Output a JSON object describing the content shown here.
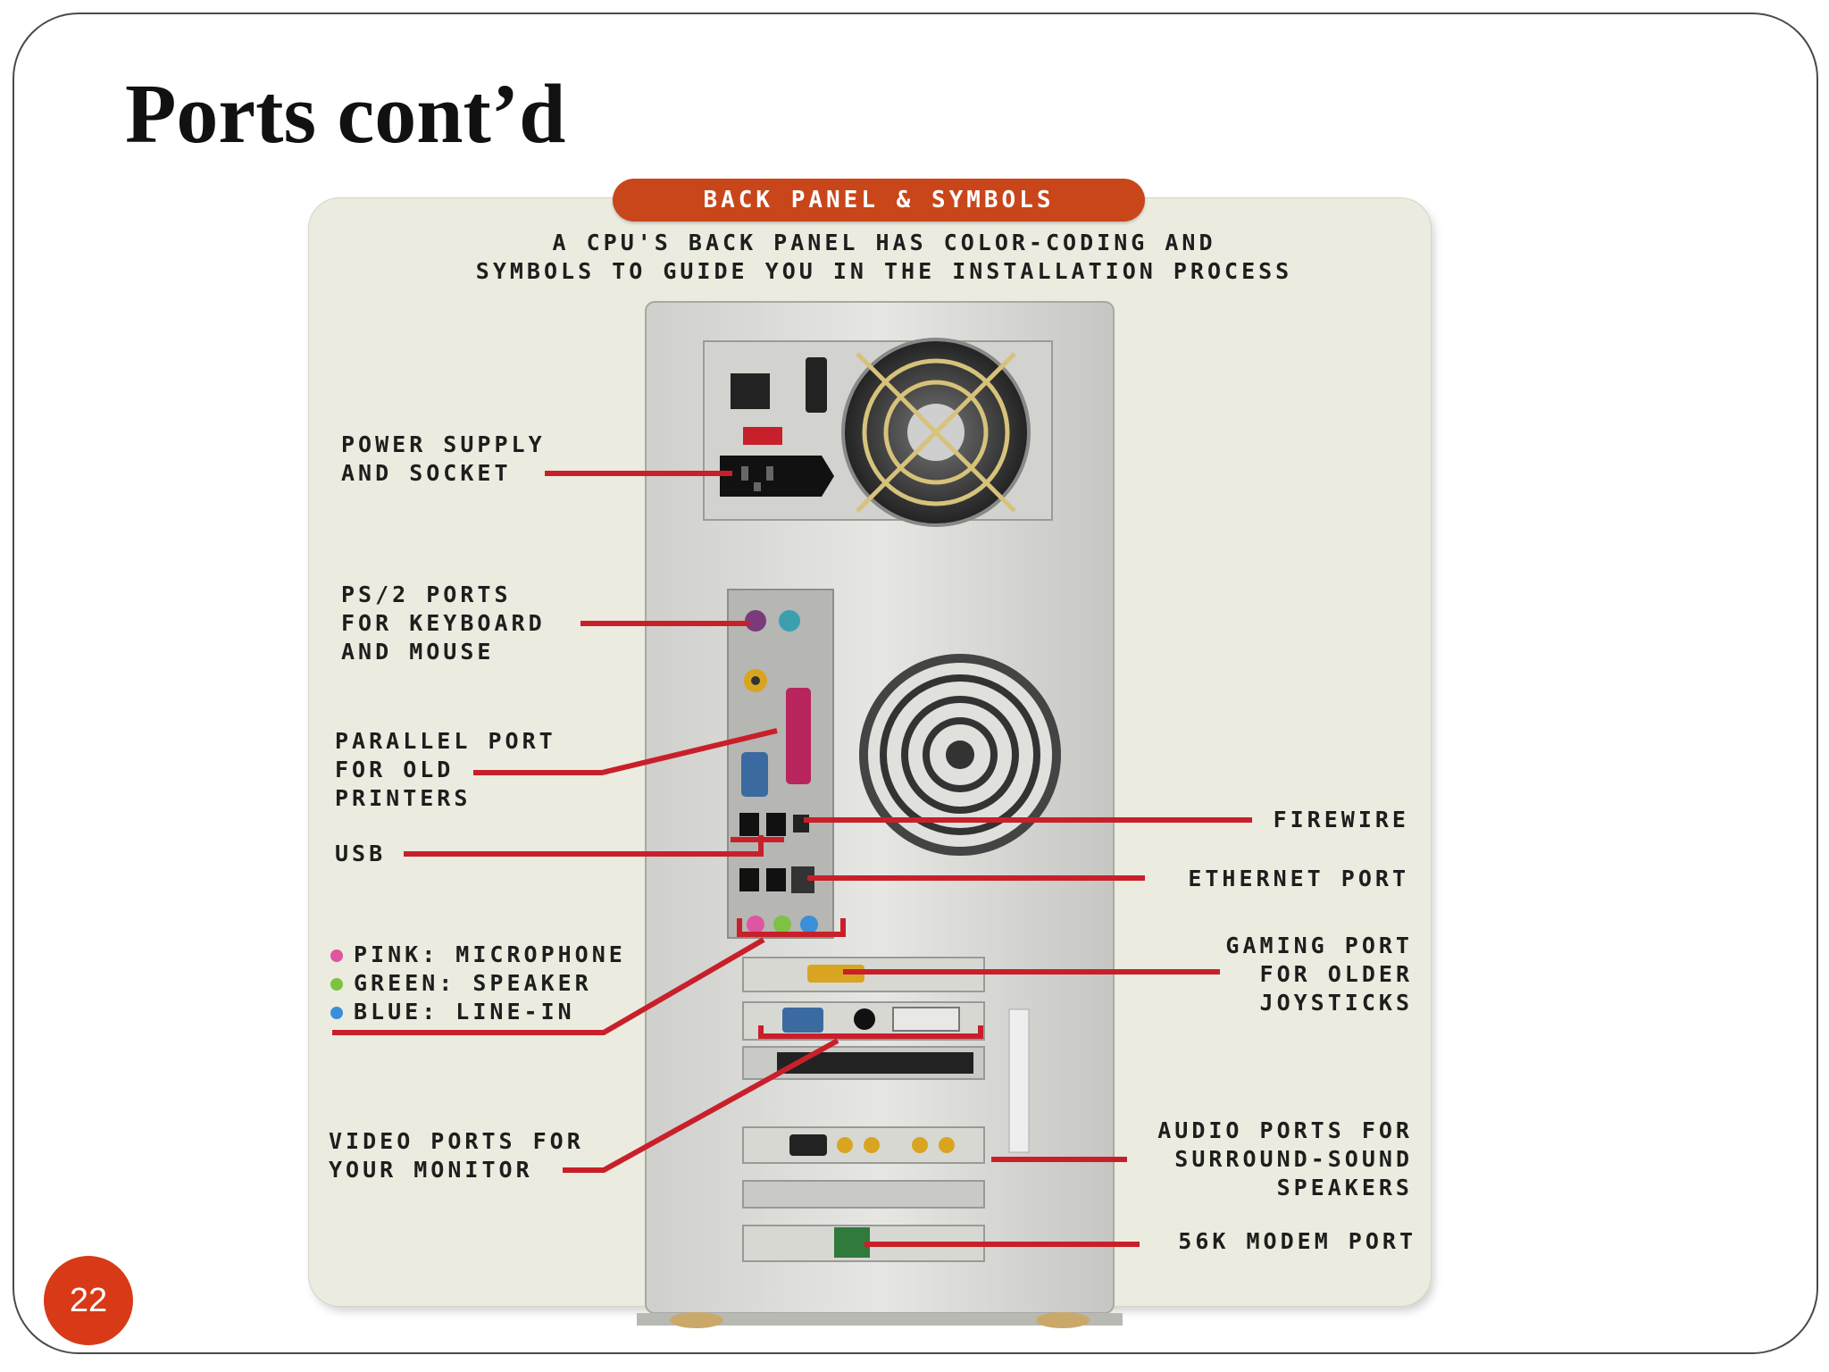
{
  "slide": {
    "title": "Ports cont’d",
    "page_number": "22"
  },
  "diagram": {
    "banner": "BACK PANEL & SYMBOLS",
    "subtitle": [
      "A  CPU'S BACK PANEL HAS COLOR-CODING AND",
      "SYMBOLS TO GUIDE YOU IN THE INSTALLATION PROCESS"
    ],
    "labels": {
      "power": [
        "POWER SUPPLY",
        "AND SOCKET"
      ],
      "ps2": [
        "PS/2 PORTS",
        "FOR KEYBOARD",
        "AND MOUSE"
      ],
      "parallel": [
        "PARALLEL PORT",
        "FOR OLD",
        "PRINTERS"
      ],
      "usb": "USB",
      "audio_jacks": [
        {
          "text": "PINK: MICROPHONE",
          "color": "#e0559f"
        },
        {
          "text": "GREEN: SPEAKER",
          "color": "#7dc242"
        },
        {
          "text": "BLUE: LINE-IN",
          "color": "#3a8fd8"
        }
      ],
      "video": [
        "VIDEO PORTS FOR",
        "YOUR MONITOR"
      ],
      "firewire": "FIREWIRE",
      "ethernet": "ETHERNET PORT",
      "gaming": [
        "GAMING PORT",
        "FOR OLDER",
        "JOYSTICKS"
      ],
      "audio_ports": [
        "AUDIO PORTS FOR",
        "SURROUND-SOUND",
        "SPEAKERS"
      ],
      "modem": "56K MODEM PORT"
    },
    "colors": {
      "banner": "#c9461a",
      "leader_line": "#c8202a",
      "panel_bg": "#ecebdf",
      "case": "#d9d9d6",
      "page_badge": "#d83a17"
    }
  }
}
